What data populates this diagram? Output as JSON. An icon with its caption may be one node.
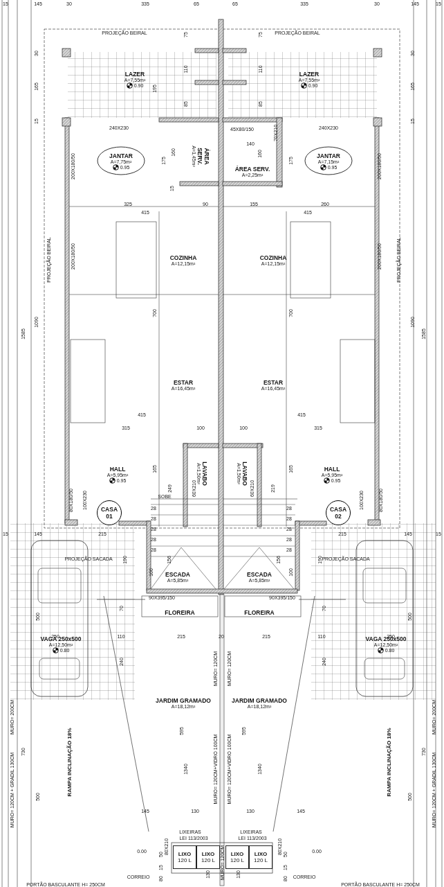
{
  "diagram": {
    "nodes": [
      {
        "text": [
          "LAZER",
          "A=7,55m²",
          "0.90"
        ]
      },
      {
        "text": [
          "LAZER",
          "A=7,55m²",
          "0.90"
        ]
      },
      {
        "text": [
          "JANTAR",
          "A=7,75m²",
          "0.95"
        ]
      },
      {
        "text": [
          "ÁREA SERV.",
          "A=1,45m²"
        ]
      },
      {
        "text": [
          "ÁREA SERV.",
          "A=2,25m²"
        ]
      },
      {
        "text": [
          "JANTAR",
          "A=7,15m²",
          "0.95"
        ]
      },
      {
        "text": [
          "COZINHA",
          "A=12,15m²"
        ]
      },
      {
        "text": [
          "COZINHA",
          "A=12,15m²"
        ]
      },
      {
        "text": [
          "ESTAR",
          "A=16,45m²"
        ]
      },
      {
        "text": [
          "ESTAR",
          "A=16,45m²"
        ]
      },
      {
        "text": [
          "HALL",
          "A=5,95m²",
          "0.95"
        ]
      },
      {
        "text": [
          "LAVABO",
          "A=1,50m²"
        ]
      },
      {
        "text": [
          "LAVABO",
          "A=1,50m²"
        ]
      },
      {
        "text": [
          "HALL",
          "A=5,95m²",
          "0.95"
        ]
      },
      {
        "text": [
          "CASA 01"
        ]
      },
      {
        "text": [
          "CASA 02"
        ]
      },
      {
        "text": [
          "ESCADA",
          "A=5,85m²"
        ]
      },
      {
        "text": [
          "ESCADA",
          "A=5,85m²"
        ]
      },
      {
        "text": [
          "VAGA 250x500",
          "A=12,50m²",
          "0.80"
        ]
      },
      {
        "text": [
          "FLOREIRA"
        ]
      },
      {
        "text": [
          "FLOREIRA"
        ]
      },
      {
        "text": [
          "JARDIM GRAMADO",
          "A=18,12m²"
        ]
      },
      {
        "text": [
          "JARDIM GRAMADO",
          "A=18,12m²"
        ]
      },
      {
        "text": [
          "VAGA 250x500",
          "A=12,50m²",
          "0.80"
        ]
      },
      {
        "text": [
          "LIXO",
          "120 L"
        ]
      },
      {
        "text": [
          "LIXO",
          "120 L"
        ]
      },
      {
        "text": [
          "LIXO",
          "120 L"
        ]
      },
      {
        "text": [
          "LIXO",
          "120 L"
        ]
      }
    ],
    "labels": [
      "15",
      "145",
      "30",
      "335",
      "65",
      "65",
      "335",
      "30",
      "145",
      "15",
      "PROJEÇÃO BEIRAL",
      "75",
      "75",
      "PROJEÇÃO BEIRAL",
      "30",
      "30",
      "110",
      "110",
      "165",
      "195",
      "165",
      "85",
      "85",
      "15",
      "15",
      "240X230",
      "45X80/150",
      "240X230",
      "70X210",
      "140",
      "200X180/50",
      "175",
      "160",
      "160",
      "175",
      "200X180/50",
      "15",
      "325",
      "90",
      "155",
      "260",
      "415",
      "415",
      "PROJEÇÃO BEIRAL",
      "200X180/50",
      "200X180/50",
      "PROJEÇÃO BEIRAL",
      "1585",
      "1090",
      "700",
      "700",
      "1090",
      "1585",
      "415",
      "415",
      "315",
      "100",
      "100",
      "315",
      "165",
      "165",
      "80X180/50",
      "100X230",
      "SOBE",
      "249",
      "60X210",
      "60X210",
      "219",
      "100X230",
      "80X180/50",
      "28",
      "28",
      "28",
      "28",
      "28",
      "28",
      "28",
      "28",
      "28",
      "28",
      "15",
      "145",
      "215",
      "215",
      "145",
      "15",
      "PROJEÇÃO SACADA",
      "190",
      "100",
      "156",
      "156",
      "100",
      "190",
      "PROJEÇÃO SACADA",
      "500",
      "70",
      "90X395/150",
      "90X395/150",
      "70",
      "500",
      "250",
      "110",
      "215",
      "20",
      "215",
      "110",
      "250",
      "240",
      "240",
      "MURO= 120CM",
      "MURO= 120CM",
      "MURO= 200CM",
      "595",
      "595",
      "MURO= 200CM",
      "MURO= 120CM + GRADIL 130CM",
      "730",
      "500",
      "RAMPA INCLINAÇÃO 18%",
      "1340",
      "MURO= 120CM+VIDRO 100CM",
      "MURO= 120CM+VIDRO 100CM",
      "1340",
      "RAMPA INCLINAÇÃO 18%",
      "500",
      "730",
      "MURO= 120CM + GRADIL 130CM",
      "145",
      "130",
      "130",
      "145",
      "LIXEIRAS",
      "LIXEIRAS",
      "LEI 113/2003",
      "LEI 113/2003",
      "0.00",
      "50",
      "80X210",
      "80X210",
      "50",
      "0.00",
      "CORREIO",
      "15",
      "80",
      "130",
      "MURO= 120CM",
      "130",
      "15",
      "80",
      "CORREIO",
      "PORTÃO BASCULANTE H= 250CM",
      "PORTÃO BASCULANTE H= 250CM"
    ]
  }
}
